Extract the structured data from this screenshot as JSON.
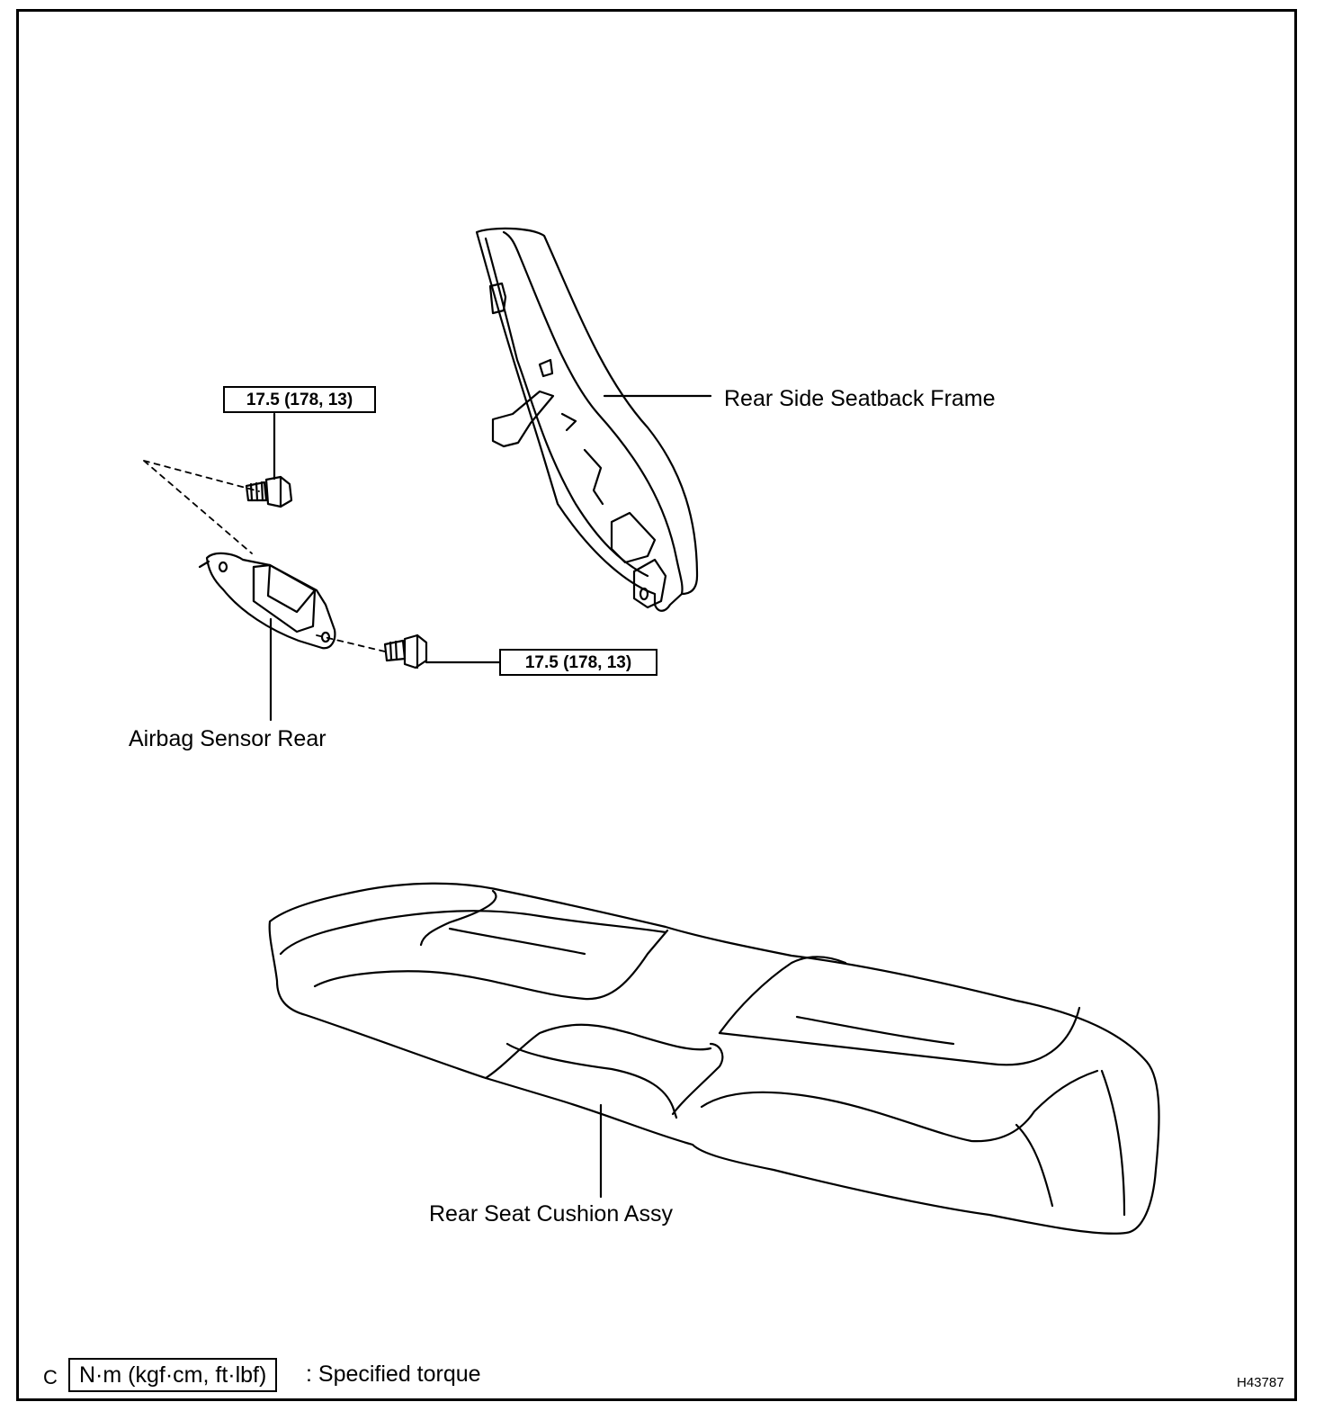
{
  "labels": {
    "seatback_frame": "Rear Side Seatback Frame",
    "airbag_sensor": "Airbag Sensor Rear",
    "seat_cushion": "Rear Seat Cushion Assy"
  },
  "torques": {
    "upper_bolt": "17.5 (178, 13)",
    "lower_bolt": "17.5 (178, 13)"
  },
  "legend": {
    "marker": "C",
    "unit_box": "N·m (kgf·cm, ft·lbf)",
    "description": ": Specified torque"
  },
  "figure_id": "H43787",
  "colors": {
    "line": "#000000",
    "background": "#ffffff"
  }
}
